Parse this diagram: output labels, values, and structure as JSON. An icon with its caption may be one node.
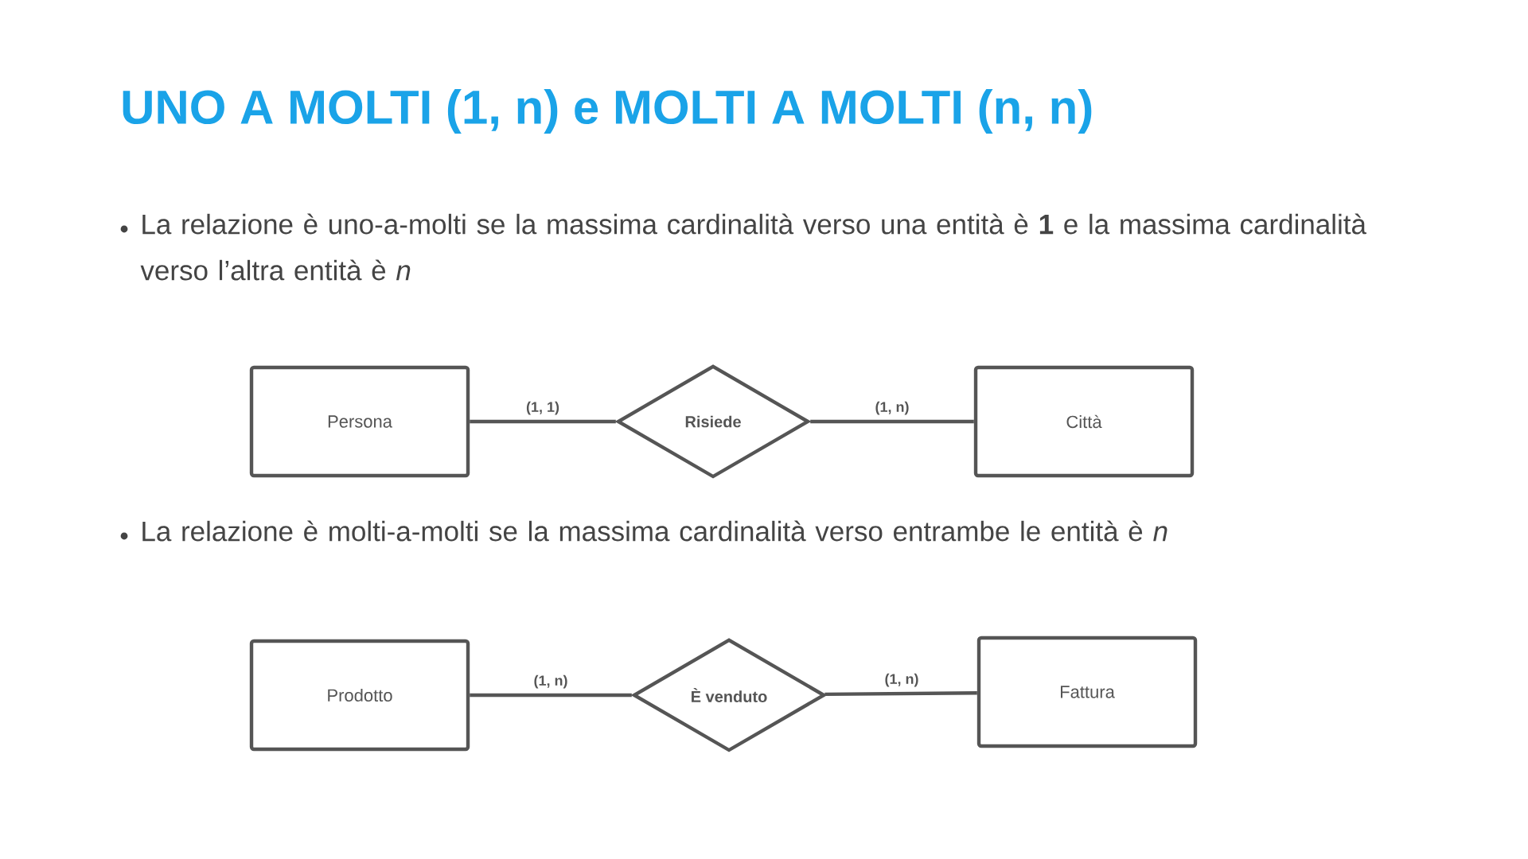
{
  "diagram": {
    "title": "UNO A MOLTI (1, n)  e  MOLTI A MOLTI (n, n)",
    "nodes": [
      {
        "text": [
          "Persona"
        ]
      },
      {
        "text": [
          "Risiede"
        ]
      },
      {
        "text": [
          "Città"
        ]
      },
      {
        "text": [
          "Prodotto"
        ]
      },
      {
        "text": [
          "È venduto"
        ]
      },
      {
        "text": [
          "Fattura"
        ]
      }
    ],
    "edges": [
      {
        "from": 0,
        "to": 1,
        "arrow": "none",
        "label": "(1, 1)"
      },
      {
        "from": 1,
        "to": 2,
        "arrow": "none",
        "label": "(1, n)"
      },
      {
        "from": 3,
        "to": 4,
        "arrow": "none",
        "label": "(1, n)"
      },
      {
        "from": 4,
        "to": 5,
        "arrow": "none",
        "label": "(1, n)"
      }
    ],
    "labels": [
      "La relazione è uno-a-molti se la massima cardinalità verso una entità è **1** e la massima cardinalità verso l’altra entità è *n*",
      "La relazione è molti-a-molti se la massima cardinalità verso entrambe le entità è *n*"
    ]
  }
}
